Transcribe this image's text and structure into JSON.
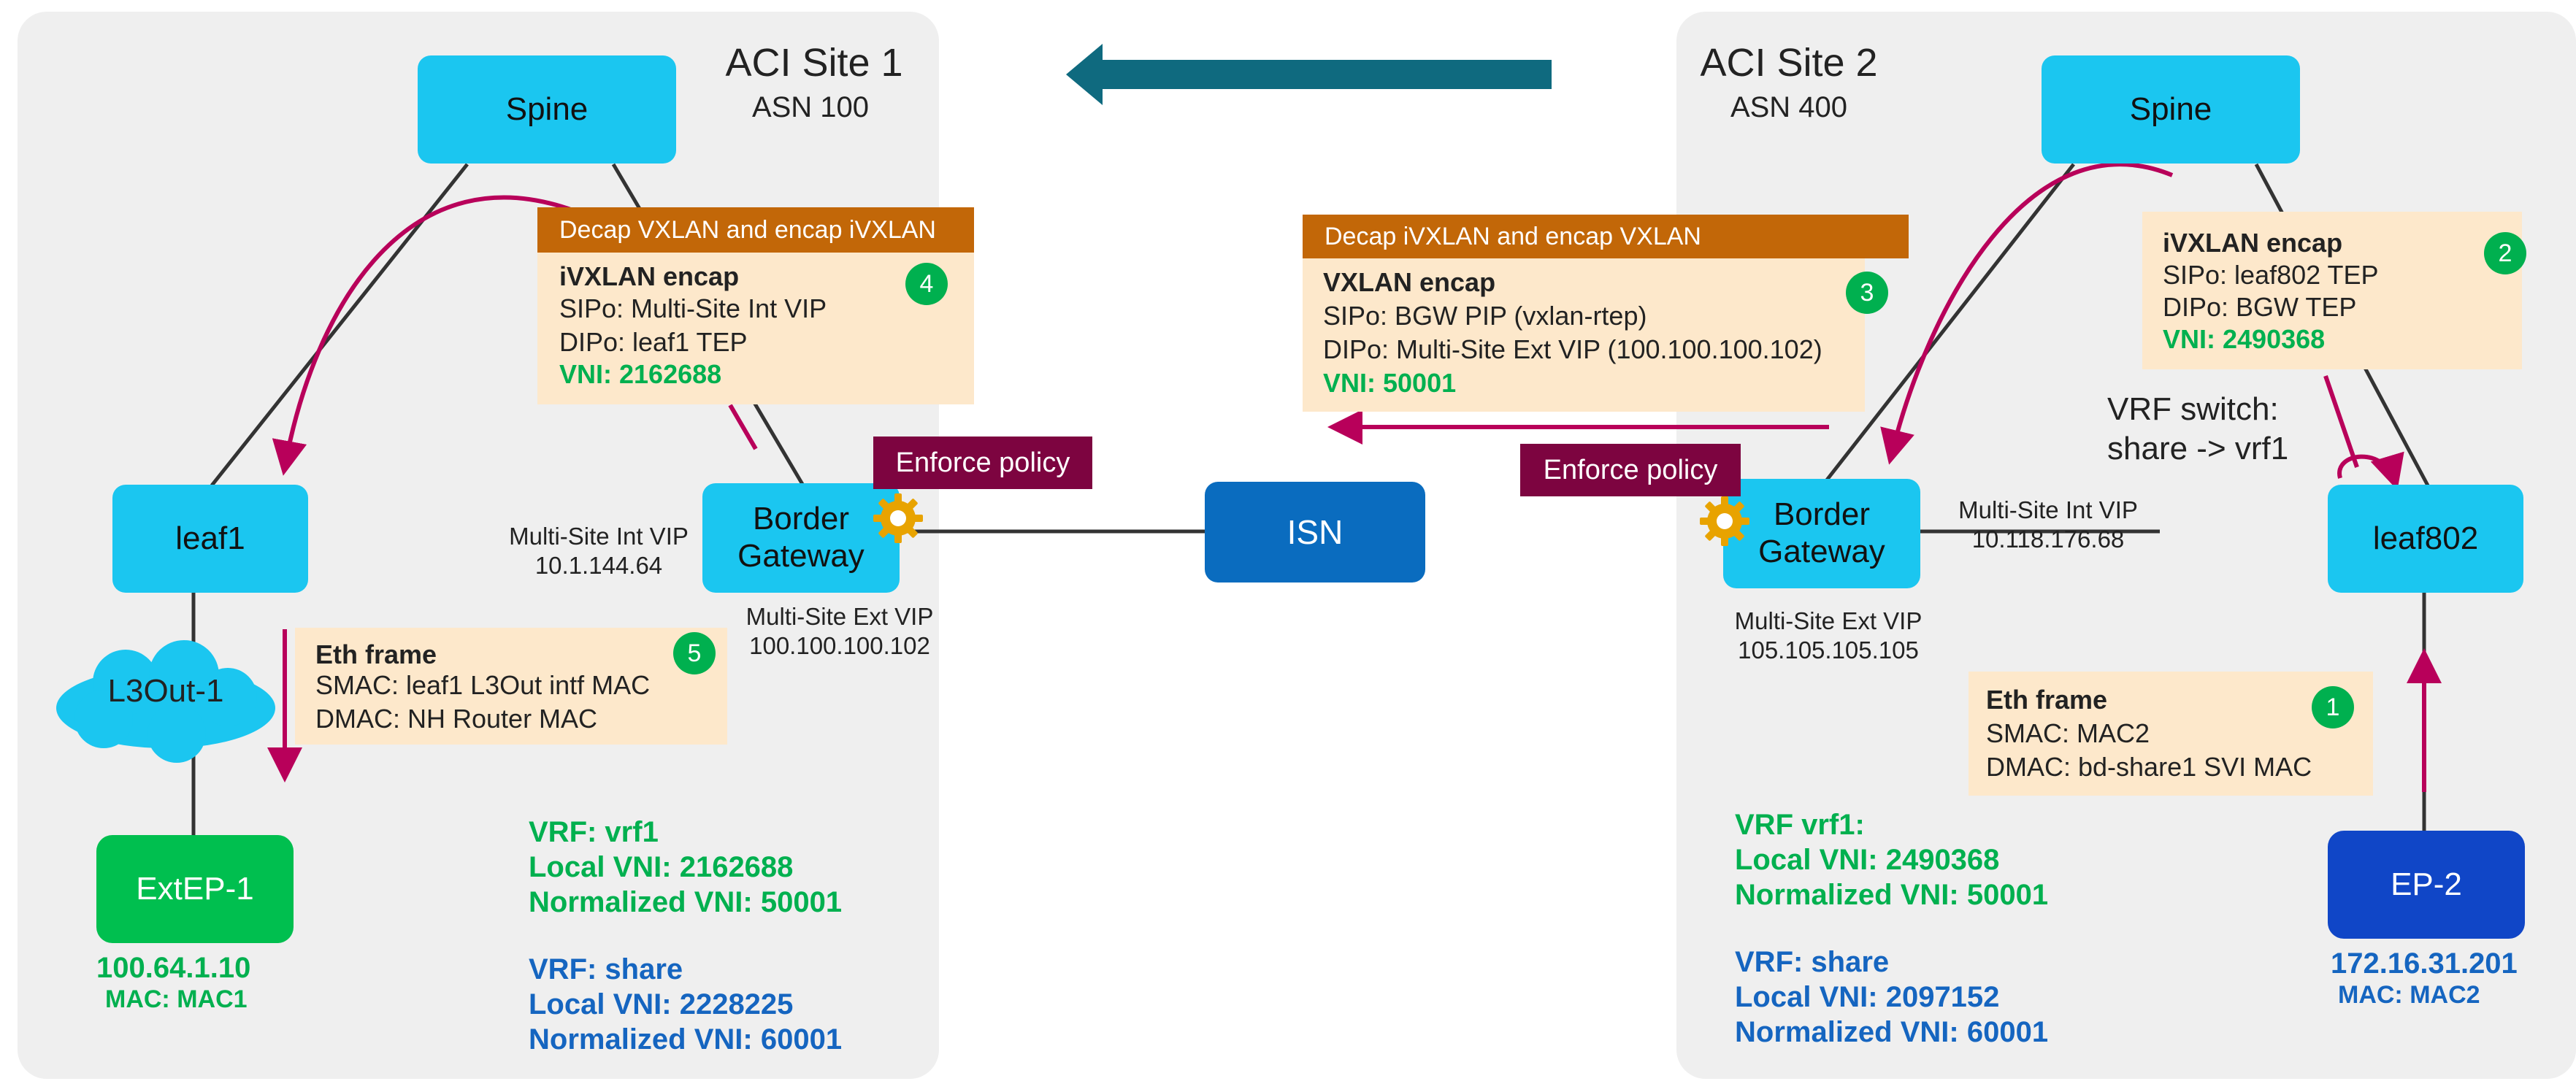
{
  "site1": {
    "title": "ACI Site 1",
    "asn": "ASN 100"
  },
  "site2": {
    "title": "ACI Site 2",
    "asn": "ASN 400"
  },
  "nodes": {
    "spine1": "Spine",
    "spine2": "Spine",
    "leaf1": "leaf1",
    "leaf802": "leaf802",
    "bgw1": "Border\nGateway",
    "bgw2": "Border\nGateway",
    "isn": "ISN",
    "l3out": "L3Out-1",
    "extep": "ExtEP-1",
    "ep2": "EP-2"
  },
  "endpoints": {
    "extep_ip": "100.64.1.10",
    "extep_mac": "MAC: MAC1",
    "ep2_ip": "172.16.31.201",
    "ep2_mac": "MAC: MAC2"
  },
  "vips": {
    "s1_int_label": "Multi-Site Int VIP",
    "s1_int_ip": "10.1.144.64",
    "s1_ext_label": "Multi-Site Ext VIP",
    "s1_ext_ip": "100.100.100.102",
    "s2_int_label": "Multi-Site Int VIP",
    "s2_int_ip": "10.118.176.68",
    "s2_ext_label": "Multi-Site Ext VIP",
    "s2_ext_ip": "105.105.105.105"
  },
  "enforce": {
    "left": "Enforce policy",
    "right": "Enforce policy"
  },
  "step4": {
    "header": "Decap VXLAN and encap iVXLAN",
    "title": "iVXLAN encap",
    "sip": "SIPo: Multi-Site Int VIP",
    "dip": "DIPo: leaf1 TEP",
    "vni": "VNI: 2162688",
    "num": "4"
  },
  "step3": {
    "header": "Decap iVXLAN and encap VXLAN",
    "title": "VXLAN encap",
    "sip": "SIPo: BGW PIP (vxlan-rtep)",
    "dip": "DIPo: Multi-Site Ext VIP (100.100.100.102)",
    "vni": "VNI: 50001",
    "num": "3"
  },
  "step2": {
    "title": "iVXLAN encap",
    "sip": "SIPo: leaf802 TEP",
    "dip": "DIPo: BGW TEP",
    "vni": "VNI: 2490368",
    "num": "2"
  },
  "step5": {
    "title": "Eth frame",
    "smac": "SMAC: leaf1 L3Out intf MAC",
    "dmac": "DMAC: NH Router MAC",
    "num": "5"
  },
  "step1": {
    "title": "Eth frame",
    "smac": "SMAC: MAC2",
    "dmac": "DMAC: bd-share1 SVI MAC",
    "num": "1"
  },
  "vrf_switch": {
    "line1": "VRF switch:",
    "line2": "share -> vrf1"
  },
  "s1_vrf1": {
    "name": "VRF: vrf1",
    "local": "Local VNI: 2162688",
    "norm": "Normalized VNI: 50001"
  },
  "s1_share": {
    "name": "VRF: share",
    "local": "Local VNI: 2228225",
    "norm": "Normalized VNI: 60001"
  },
  "s2_vrf1": {
    "name": "VRF vrf1:",
    "local": "Local VNI: 2490368",
    "norm": "Normalized VNI: 50001"
  },
  "s2_share": {
    "name": "VRF: share",
    "local": "Local VNI: 2097152",
    "norm": "Normalized VNI: 60001"
  },
  "colors": {
    "cyan": "#1bc6f0",
    "isn": "#0a6cbf",
    "green": "#00b04f",
    "navy": "#1046c7",
    "orange": "#c26708",
    "maroon": "#7d0440",
    "peach": "#fde8cb",
    "teal": "#0f6a7f",
    "magenta": "#b8005a"
  }
}
